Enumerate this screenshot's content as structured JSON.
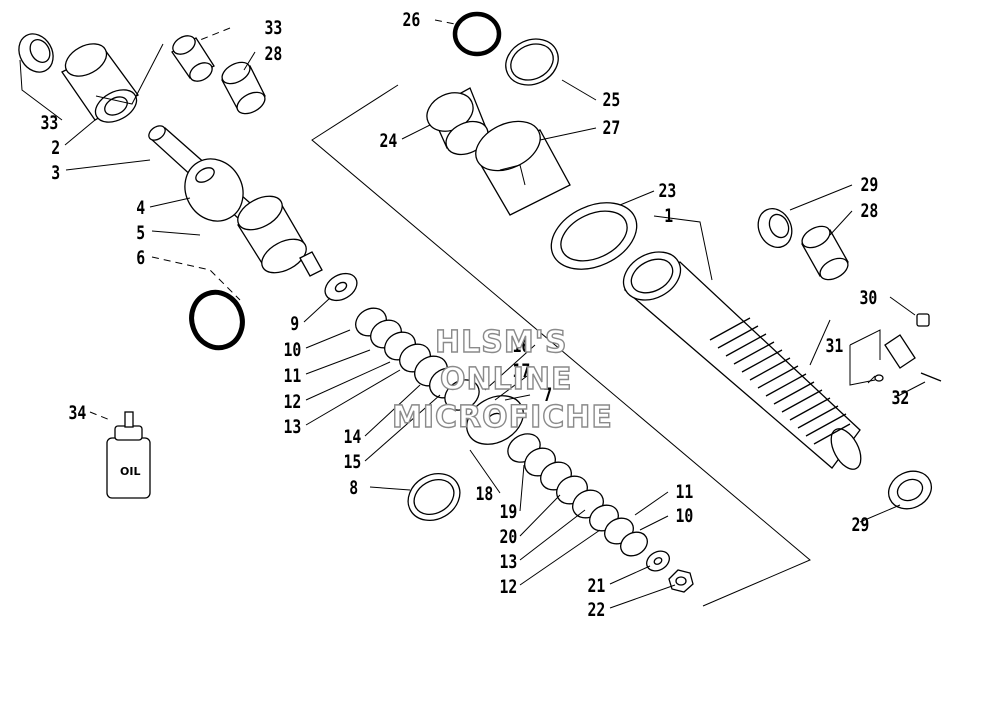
{
  "watermark": {
    "line1": "HLSM'S",
    "line2": "ONLINE",
    "line3": "MICROFICHE"
  },
  "oil_bottle_label": "OIL",
  "callouts": {
    "c1": "1",
    "c2": "2",
    "c3": "3",
    "c4": "4",
    "c5": "5",
    "c6": "6",
    "c7": "7",
    "c8": "8",
    "c9": "9",
    "c10a": "10",
    "c10b": "10",
    "c11a": "11",
    "c11b": "11",
    "c12a": "12",
    "c12b": "12",
    "c13a": "13",
    "c13b": "13",
    "c14": "14",
    "c15": "15",
    "c16": "16",
    "c17": "17",
    "c18": "18",
    "c19": "19",
    "c20": "20",
    "c21": "21",
    "c22": "22",
    "c23": "23",
    "c24": "24",
    "c25": "25",
    "c26": "26",
    "c27": "27",
    "c28a": "28",
    "c28b": "28",
    "c29a": "29",
    "c29b": "29",
    "c30": "30",
    "c31": "31",
    "c32": "32",
    "c33a": "33",
    "c33b": "33",
    "c34": "34"
  }
}
